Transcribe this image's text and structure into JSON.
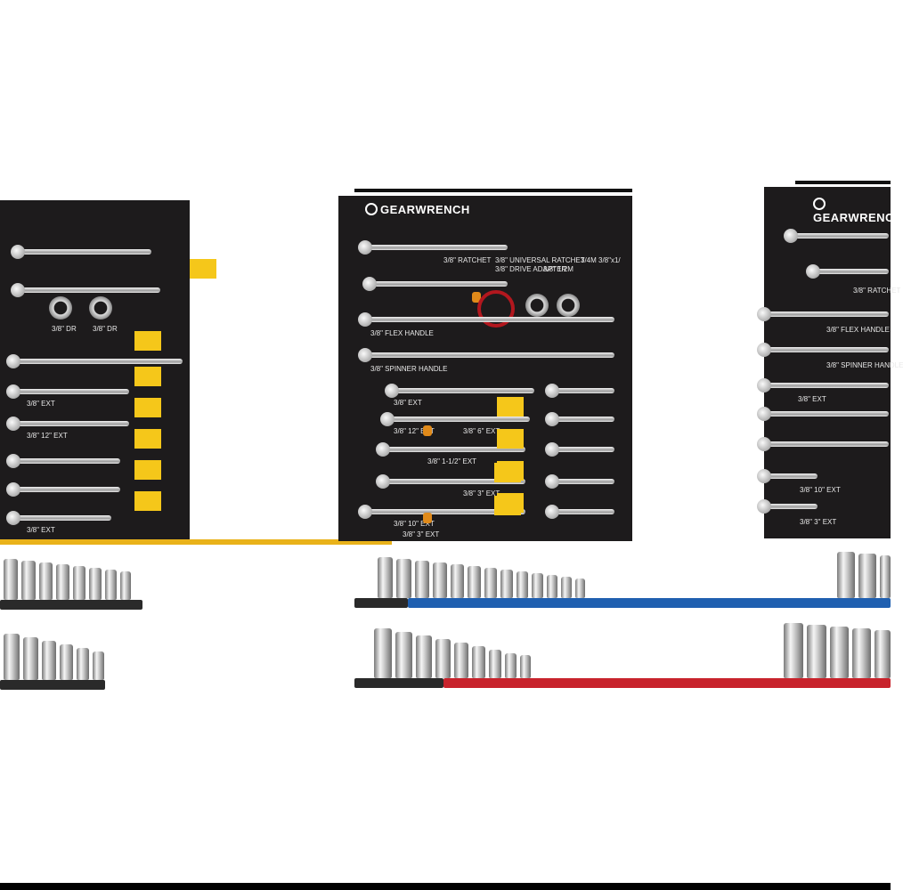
{
  "brand": {
    "name": "GEARWRENCH",
    "left_name": "GEARWRENCH",
    "center_name": "GEARWRENCH",
    "right_name": "GEARWRENCH"
  },
  "colors": {
    "tray": "#1d1b1c",
    "accent_yellow": "#f5c71a",
    "rail_blue": "#1f5fb0",
    "rail_red": "#c8232c"
  },
  "center_tray": {
    "labels": [
      "3/8\" RATCHET",
      "3/8\" UNIVERSAL RATCHET",
      "3/8\" DRIVE ADAPTER",
      "3/8\" 1/2M",
      "3/4M 3/8\"x1/",
      "3/8\" FLEX HANDLE",
      "3/8\" SPINNER HANDLE",
      "3/8\" EXT",
      "3/8\" 12\" EXT",
      "3/8\" 6\" EXT",
      "3/8\" 1-1/2\" EXT",
      "3/8\" 3\" EXT",
      "3/8\" 10\" EXT",
      "3/8\" 3\" EXT"
    ]
  },
  "right_tray": {
    "labels": [
      "3/8\" RATCHET",
      "3/8\" FLEX HANDLE",
      "3/8\" SPINNER HANDLE",
      "3/8\" EXT",
      "3/8\" 10\" EXT",
      "3/8\" 3\" EXT"
    ]
  },
  "left_tray": {
    "labels": [
      "3/8\" DR",
      "3/8\" DR",
      "3/8\" EXT",
      "3/8\" 12\" EXT",
      "3/8\" EXT"
    ]
  },
  "rails": [
    {
      "name": "blue-socket-rail",
      "color": "#1f5fb0"
    },
    {
      "name": "red-socket-rail",
      "color": "#c8232c"
    }
  ]
}
